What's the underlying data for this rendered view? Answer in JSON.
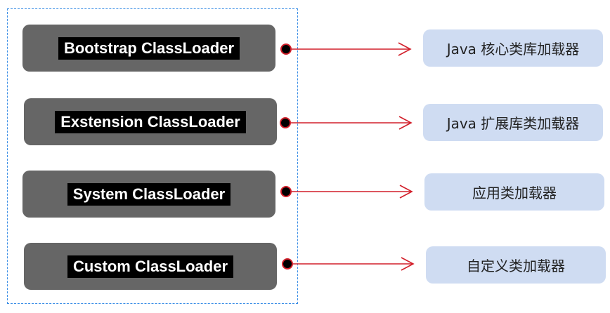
{
  "loaders": [
    {
      "label": "Bootstrap ClassLoader",
      "description": "Java 核心类库加载器"
    },
    {
      "label": "Exstension ClassLoader",
      "description": "Java 扩展库类加载器"
    },
    {
      "label": "System ClassLoader",
      "description": "应用类加载器"
    },
    {
      "label": "Custom ClassLoader",
      "description": "自定义类加载器"
    }
  ],
  "colors": {
    "frame_border": "#3a8ee6",
    "loader_box": "#666666",
    "label_bg": "#000000",
    "arrow": "#d21f2a",
    "desc_box": "#cfdcf2"
  }
}
